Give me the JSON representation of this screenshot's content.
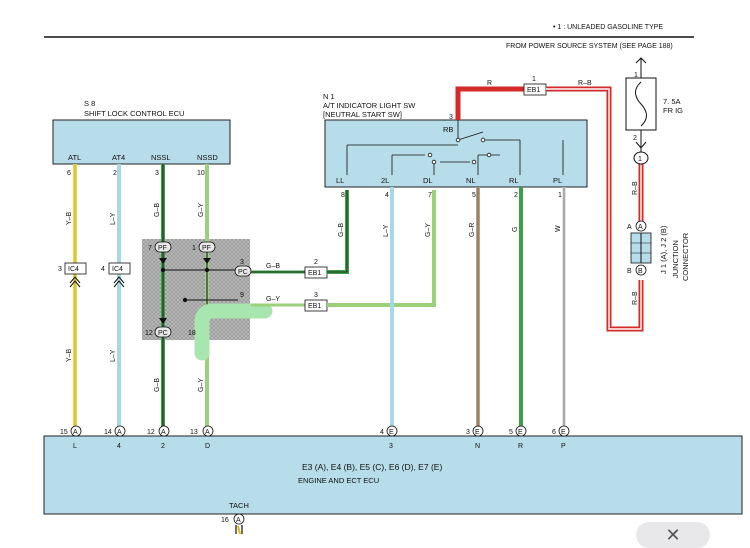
{
  "header": {
    "note": "• 1 : UNLEADED GASOLINE TYPE",
    "source": "FROM POWER SOURCE SYSTEM (SEE PAGE 188)"
  },
  "ecu_s8": {
    "id": "S 8",
    "name": "SHIFT LOCK CONTROL ECU",
    "pins": [
      {
        "label": "ATL",
        "num": "6"
      },
      {
        "label": "AT4",
        "num": "2"
      },
      {
        "label": "NSSL",
        "num": "3"
      },
      {
        "label": "NSSD",
        "num": "10"
      }
    ]
  },
  "switch_n1": {
    "id": "N 1",
    "name1": "A/T INDICATOR LIGHT SW",
    "name2": "[NEUTRAL START SW]",
    "rb": "RB",
    "pin3": "3",
    "pins": [
      {
        "label": "LL",
        "num": "8"
      },
      {
        "label": "2L",
        "num": "4"
      },
      {
        "label": "DL",
        "num": "7"
      },
      {
        "label": "NL",
        "num": "5"
      },
      {
        "label": "RL",
        "num": "2"
      },
      {
        "label": "PL",
        "num": "1"
      }
    ]
  },
  "fuse": {
    "rating": "7. 5A",
    "name": "FR IG",
    "pin_top": "1",
    "pin_bottom": "2"
  },
  "junction": {
    "name": "JUNCTION CONNECTOR",
    "ids": "J 1 (A), J 2 (B)",
    "pin_a": "A",
    "pin_b": "B"
  },
  "connectors": {
    "ic4": "IC4",
    "ic4_left_num": "3",
    "ic4_right_num": "4",
    "eb1": "EB1",
    "eb1_top_num": "1",
    "eb1_mid_num": "2",
    "eb1_low_num": "3",
    "pf": "PF",
    "pc": "PC",
    "pf_left_num": "7",
    "pf_right_num": "1",
    "pc_left_num": "12",
    "pc_right_num": "18",
    "pc_top_num": "3",
    "pc_mid_num": "9",
    "j_circle": "1",
    "fuse_circle": "1"
  },
  "wires": {
    "yb": "Y–B",
    "ly": "L–Y",
    "gb": "G–B",
    "gy": "G–Y",
    "gr": "G–R",
    "g": "G",
    "w": "W",
    "r": "R",
    "rb": "R–B"
  },
  "ecu_bottom": {
    "name": "ENGINE AND ECT ECU",
    "connectors": "E3 (A), E4 (B), E5 (C), E6 (D), E7 (E)",
    "pins": [
      {
        "num": "15",
        "conn": "A",
        "label": "L"
      },
      {
        "num": "14",
        "conn": "A",
        "label": "4"
      },
      {
        "num": "12",
        "conn": "A",
        "label": "2"
      },
      {
        "num": "13",
        "conn": "A",
        "label": "D"
      },
      {
        "num": "4",
        "conn": "E",
        "label": "3"
      },
      {
        "num": "3",
        "conn": "E",
        "label": "N"
      },
      {
        "num": "5",
        "conn": "E",
        "label": "R"
      },
      {
        "num": "6",
        "conn": "E",
        "label": "P"
      }
    ],
    "tach": "TACH",
    "tach_num": "16",
    "tach_conn": "A"
  },
  "ui": {
    "close_glyph": "✕"
  },
  "colors": {
    "red": "#d42a2a",
    "green": "#3d9e48",
    "light_green": "#9bd17a",
    "yellow": "#f0d64a",
    "light_blue": "#a9d7ea",
    "highlight": "#a8e6b0",
    "ecu_fill": "#b7dcea"
  }
}
